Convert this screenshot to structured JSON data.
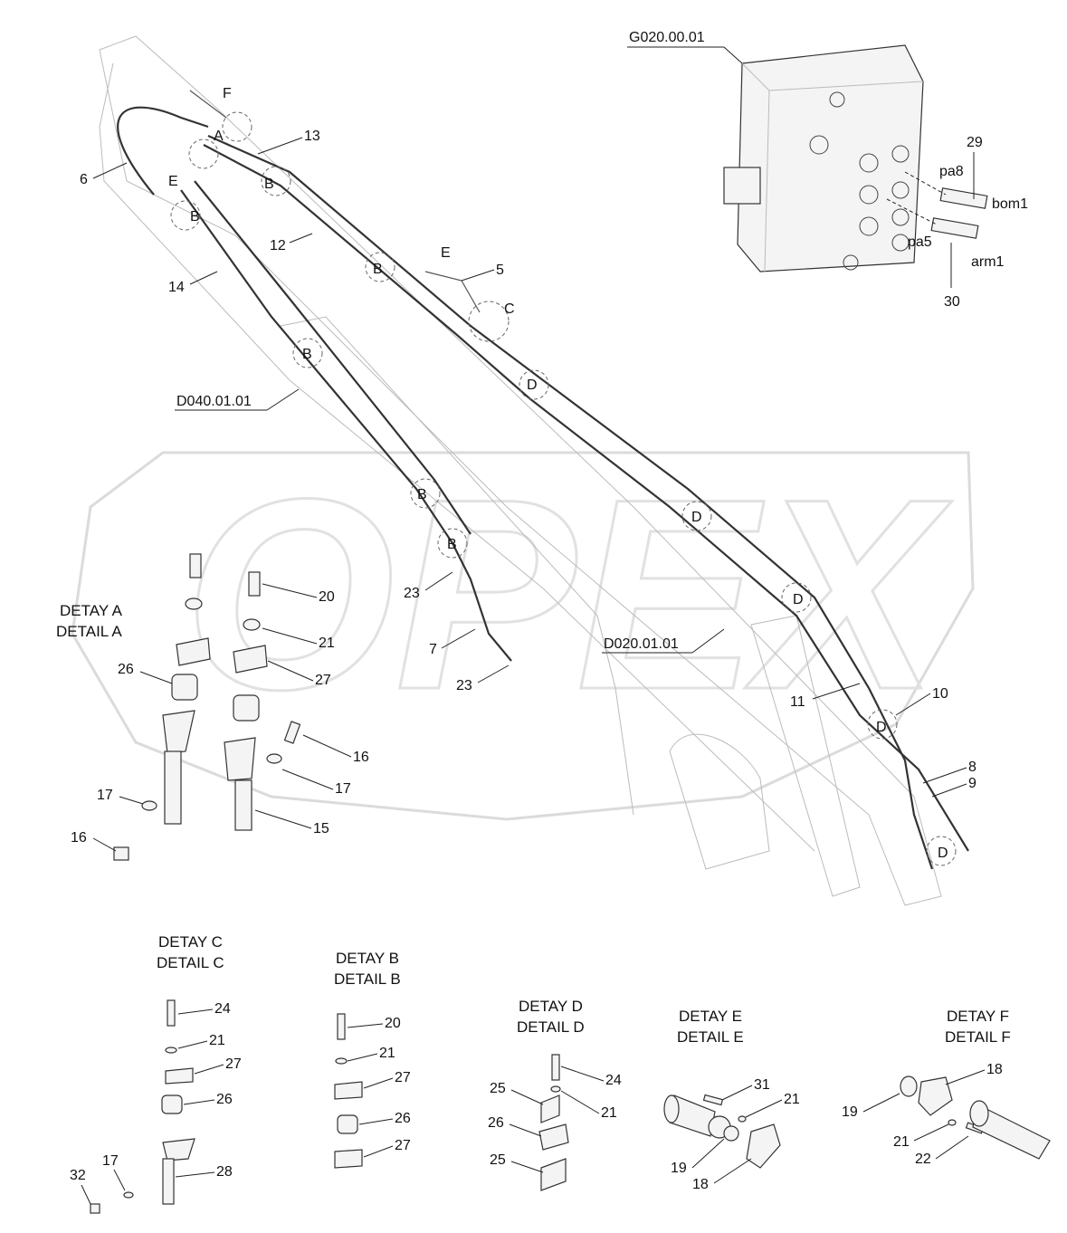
{
  "watermark": "OPEX",
  "references": {
    "valve_block": "G020.00.01",
    "boom": "D040.01.01",
    "arm": "D020.01.01"
  },
  "ports": {
    "pa8": "pa8",
    "bom1": "bom1",
    "pa5": "pa5",
    "arm1": "arm1"
  },
  "callouts": {
    "n5": "5",
    "n6": "6",
    "n7": "7",
    "n8": "8",
    "n9": "9",
    "n10": "10",
    "n11": "11",
    "n12": "12",
    "n13": "13",
    "n14": "14",
    "n23a": "23",
    "n23b": "23",
    "n29": "29",
    "n30": "30"
  },
  "clamp_letters": {
    "A": "A",
    "B": "B",
    "C": "C",
    "D": "D",
    "E": "E",
    "F": "F"
  },
  "detail_a": {
    "title1": "DETAY A",
    "title2": "DETAIL A",
    "numbers": {
      "n20": "20",
      "n21": "21",
      "n26": "26",
      "n27": "27",
      "n16a": "16",
      "n17a": "17",
      "n17b": "17",
      "n16b": "16",
      "n15": "15"
    }
  },
  "detail_c": {
    "title1": "DETAY C",
    "title2": "DETAIL C",
    "numbers": {
      "n24": "24",
      "n21": "21",
      "n27": "27",
      "n26": "26",
      "n28": "28",
      "n17": "17",
      "n32": "32"
    }
  },
  "detail_b": {
    "title1": "DETAY B",
    "title2": "DETAIL B",
    "numbers": {
      "n20": "20",
      "n21": "21",
      "n27a": "27",
      "n26": "26",
      "n27b": "27"
    }
  },
  "detail_d": {
    "title1": "DETAY D",
    "title2": "DETAIL D",
    "numbers": {
      "n24": "24",
      "n21": "21",
      "n25a": "25",
      "n26": "26",
      "n25b": "25"
    }
  },
  "detail_e": {
    "title1": "DETAY E",
    "title2": "DETAIL E",
    "numbers": {
      "n31": "31",
      "n21": "21",
      "n19": "19",
      "n18": "18"
    }
  },
  "detail_f": {
    "title1": "DETAY F",
    "title2": "DETAIL F",
    "numbers": {
      "n18": "18",
      "n19": "19",
      "n21": "21",
      "n22": "22"
    }
  }
}
